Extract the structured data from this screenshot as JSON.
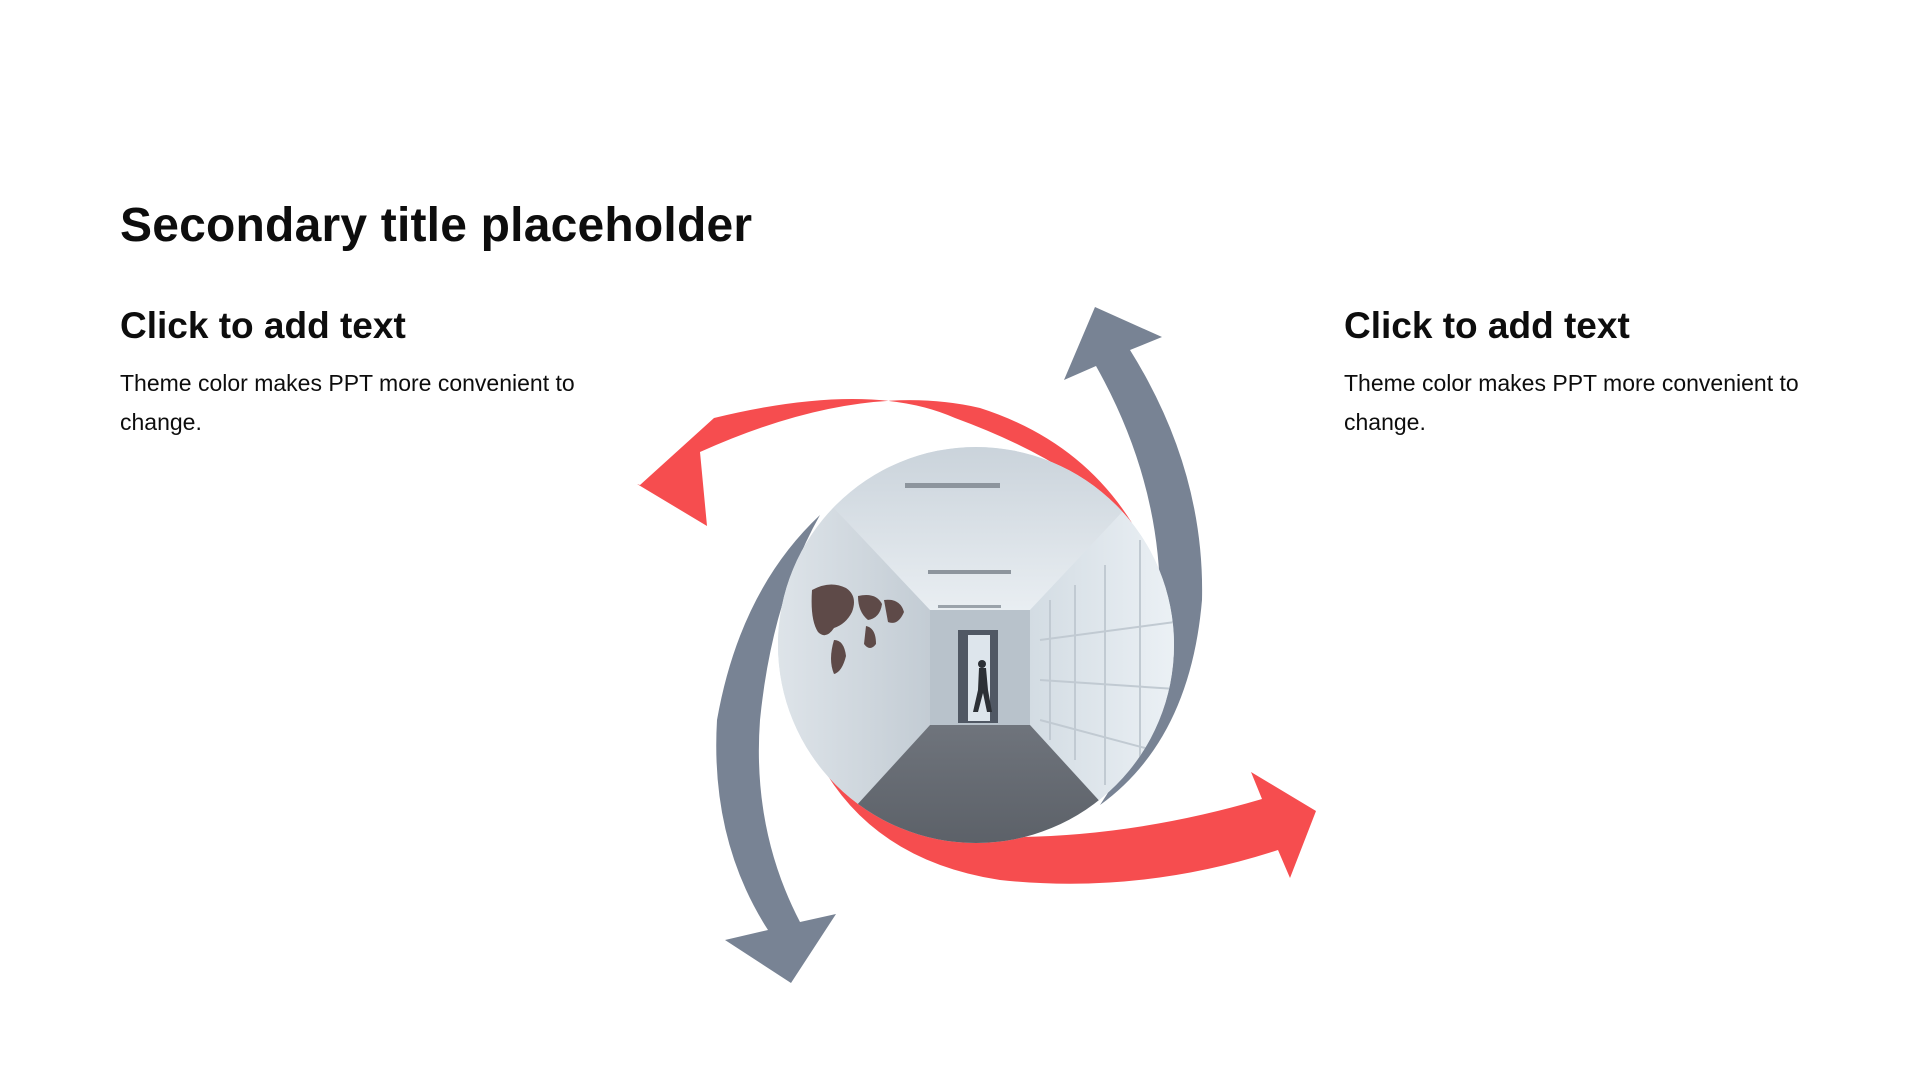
{
  "slide": {
    "title": "Secondary title placeholder"
  },
  "blocks": [
    {
      "heading": "Click to add text",
      "body": "Theme color makes PPT more convenient to change."
    },
    {
      "heading": "Click to add text",
      "body": "Theme color makes PPT more convenient to change."
    }
  ],
  "diagram": {
    "icons": [
      "curved-arrow-icon",
      "corridor-photo"
    ],
    "colors": {
      "accent_red": "#F64D4F",
      "accent_slate": "#788394",
      "background": "#FFFFFF",
      "text": "#0D0D0D"
    }
  }
}
